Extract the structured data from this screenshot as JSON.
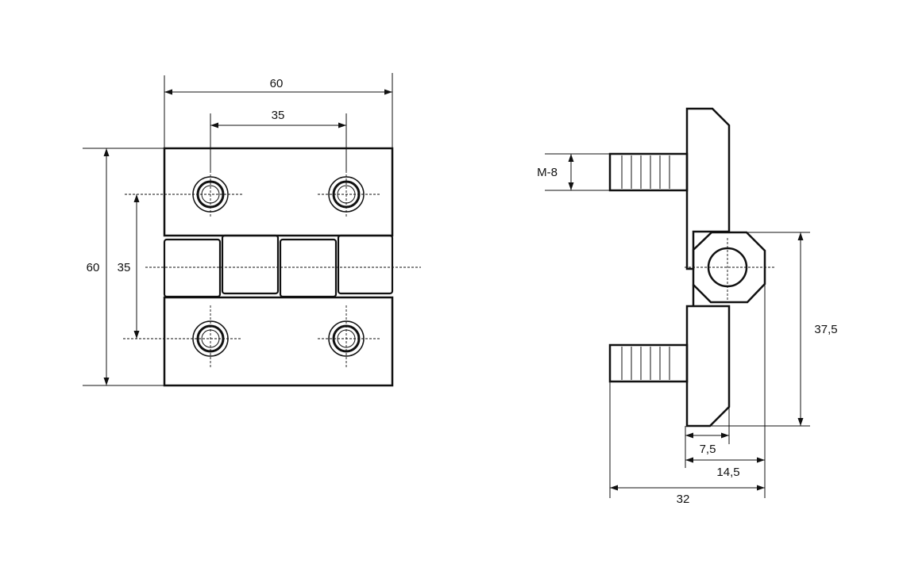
{
  "front_view": {
    "overall_width": "60",
    "hole_spacing_horizontal": "35",
    "overall_height": "60",
    "hole_spacing_vertical": "35"
  },
  "side_view": {
    "thread": "M-8",
    "pivot_height": "37,5",
    "leaf_thickness": "7,5",
    "pivot_offset": "14,5",
    "overall_depth": "32"
  },
  "colors": {
    "line": "#111111",
    "background": "#ffffff"
  }
}
